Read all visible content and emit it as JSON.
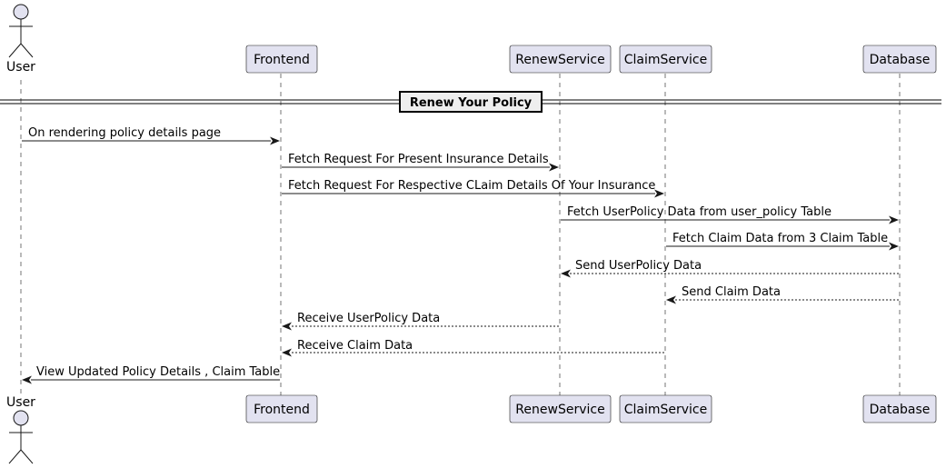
{
  "participants": [
    {
      "id": "user",
      "label": "User",
      "kind": "actor"
    },
    {
      "id": "frontend",
      "label": "Frontend",
      "kind": "box"
    },
    {
      "id": "renew",
      "label": "RenewService",
      "kind": "box"
    },
    {
      "id": "claim",
      "label": "ClaimService",
      "kind": "box"
    },
    {
      "id": "database",
      "label": "Database",
      "kind": "box"
    }
  ],
  "divider": {
    "label": "Renew Your Policy"
  },
  "messages": [
    {
      "from": "user",
      "to": "frontend",
      "label": "On rendering policy details page",
      "style": "solid"
    },
    {
      "from": "frontend",
      "to": "renew",
      "label": "Fetch Request For Present Insurance Details",
      "style": "solid"
    },
    {
      "from": "frontend",
      "to": "claim",
      "label": "Fetch Request For Respective CLaim Details Of Your Insurance",
      "style": "solid"
    },
    {
      "from": "renew",
      "to": "database",
      "label": "Fetch UserPolicy Data from user_policy Table",
      "style": "solid"
    },
    {
      "from": "claim",
      "to": "database",
      "label": "Fetch Claim Data from 3 Claim Table",
      "style": "solid"
    },
    {
      "from": "database",
      "to": "renew",
      "label": "Send UserPolicy Data",
      "style": "dashed"
    },
    {
      "from": "database",
      "to": "claim",
      "label": "Send Claim Data",
      "style": "dashed"
    },
    {
      "from": "renew",
      "to": "frontend",
      "label": "Receive UserPolicy Data",
      "style": "dashed"
    },
    {
      "from": "claim",
      "to": "frontend",
      "label": "Receive Claim Data",
      "style": "dashed"
    },
    {
      "from": "frontend",
      "to": "user",
      "label": "View Updated Policy Details , Claim Table",
      "style": "solid"
    }
  ]
}
